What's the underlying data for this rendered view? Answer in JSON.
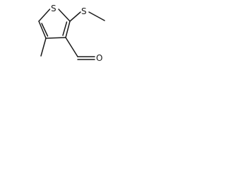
{
  "structure": {
    "atoms": {
      "ring_sulfur": "S",
      "thioether_sulfur": "S",
      "aldehyde_oxygen": "O"
    }
  }
}
